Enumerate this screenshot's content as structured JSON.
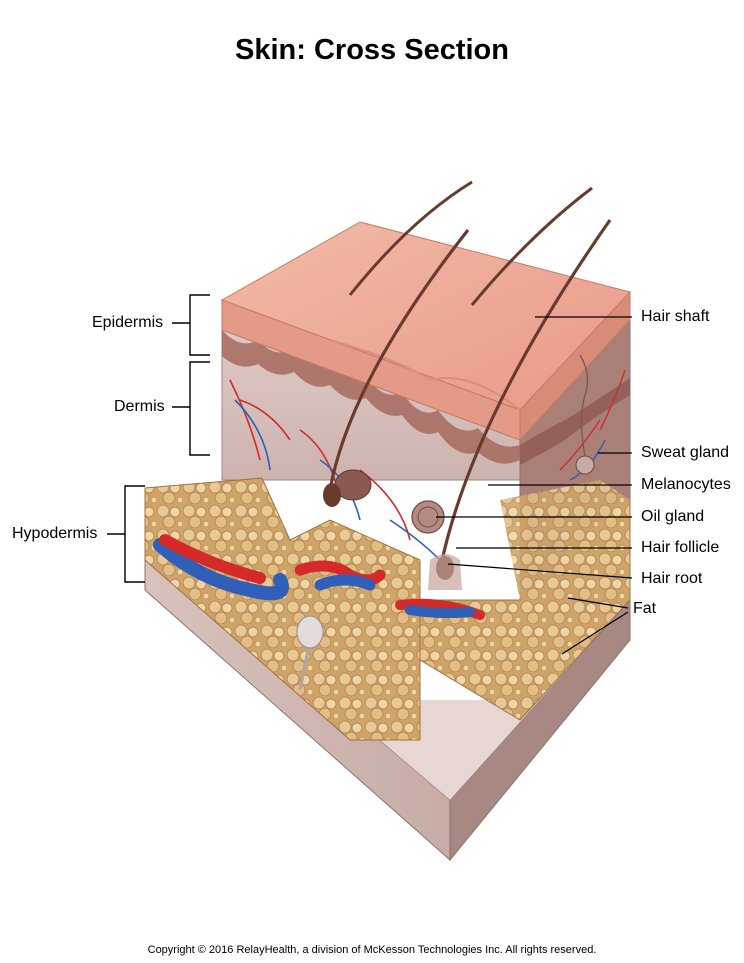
{
  "title": "Skin: Cross Section",
  "labels_left": {
    "epidermis": "Epidermis",
    "dermis": "Dermis",
    "hypodermis": "Hypodermis"
  },
  "labels_right": {
    "hair_shaft": "Hair shaft",
    "sweat_gland": "Sweat gland",
    "melanocytes": "Melanocytes",
    "oil_gland": "Oil gland",
    "hair_follicle": "Hair follicle",
    "hair_root": "Hair root",
    "fat": "Fat"
  },
  "copyright": "Copyright © 2016 RelayHealth, a division of McKesson Technologies Inc. All rights reserved.",
  "colors": {
    "epidermis": "#e8a08c",
    "epidermis_top": "#f0b4a2",
    "dermis": "#dcc4c0",
    "fat": "#d9b27a",
    "artery": "#d42a2a",
    "vein": "#2f5fb8",
    "hair": "#6b3a2e"
  }
}
